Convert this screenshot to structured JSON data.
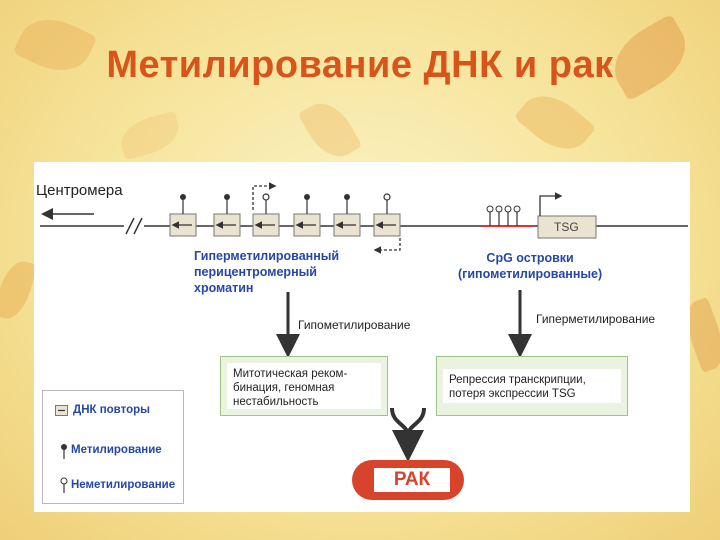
{
  "slide": {
    "title": "Метилирование ДНК и рак"
  },
  "diagram": {
    "centromere_label": "Центромера",
    "tsg_label": "TSG",
    "hyper_region_label": [
      "Гиперметилированный",
      "перицентромерный",
      "хроматин"
    ],
    "cpg_label": [
      "CpG островки",
      "(гипометилированные)"
    ],
    "left_arrow_label": "Гипометилирование",
    "right_arrow_label": "Гиперметилирование",
    "left_box_text": [
      "Митотическая реком-",
      "бинация, геномная",
      "нестабильность"
    ],
    "right_box_text": [
      "Репрессия транскрипции,",
      "потеря экспрессии TSG"
    ],
    "result_label": "РАК",
    "legend": {
      "repeats": "ДНК повторы",
      "methylation": "Метилирование",
      "unmethylation": "Неметилирование"
    },
    "colors": {
      "title": "#d9541b",
      "blue_text": "#2548a8",
      "cancer": "#d8432b",
      "box_border": "#9ec48a",
      "cpg_line": "#e0303a"
    }
  }
}
